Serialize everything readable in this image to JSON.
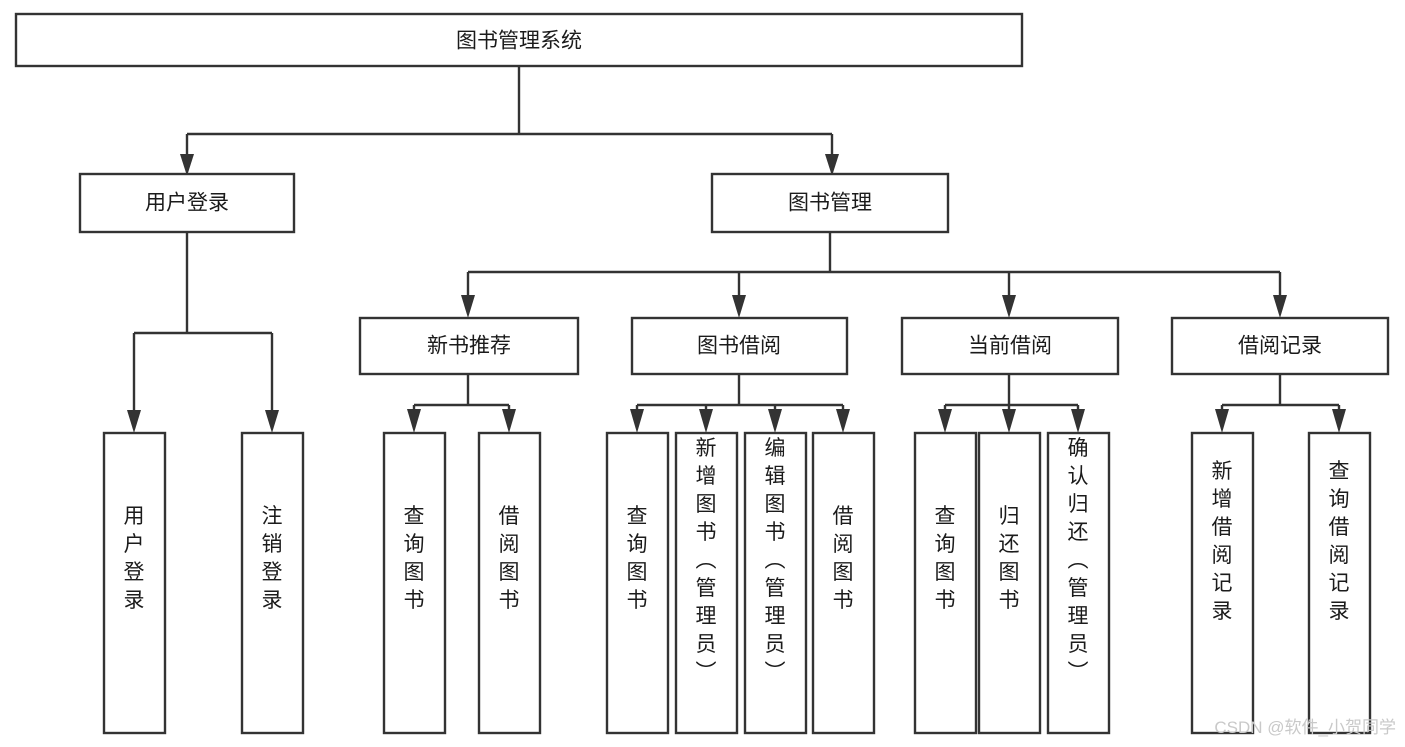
{
  "diagram": {
    "type": "hierarchy-tree",
    "title_node": {
      "id": "root",
      "label": "图书管理系统"
    },
    "levels": [
      {
        "level": 1,
        "nodes": [
          {
            "id": "login",
            "label": "用户登录",
            "parent": "root"
          },
          {
            "id": "bookmgmt",
            "label": "图书管理",
            "parent": "root"
          }
        ]
      },
      {
        "level": 2,
        "nodes": [
          {
            "id": "newbook",
            "label": "新书推荐",
            "parent": "bookmgmt"
          },
          {
            "id": "borrow",
            "label": "图书借阅",
            "parent": "bookmgmt"
          },
          {
            "id": "current",
            "label": "当前借阅",
            "parent": "bookmgmt"
          },
          {
            "id": "record",
            "label": "借阅记录",
            "parent": "bookmgmt"
          }
        ]
      },
      {
        "level": 3,
        "nodes": [
          {
            "id": "leaf1",
            "label": "用户登录",
            "parent": "login"
          },
          {
            "id": "leaf2",
            "label": "注销登录",
            "parent": "login"
          },
          {
            "id": "leaf3",
            "label": "查询图书",
            "parent": "newbook"
          },
          {
            "id": "leaf4",
            "label": "借阅图书",
            "parent": "newbook"
          },
          {
            "id": "leaf5",
            "label": "查询图书",
            "parent": "borrow"
          },
          {
            "id": "leaf6",
            "label": "新增图书（管理员）",
            "parent": "borrow"
          },
          {
            "id": "leaf7",
            "label": "编辑图书（管理员）",
            "parent": "borrow"
          },
          {
            "id": "leaf8",
            "label": "借阅图书",
            "parent": "borrow"
          },
          {
            "id": "leaf9",
            "label": "查询图书",
            "parent": "current"
          },
          {
            "id": "leaf10",
            "label": "归还图书",
            "parent": "current"
          },
          {
            "id": "leaf11",
            "label": "确认归还（管理员）",
            "parent": "current"
          },
          {
            "id": "leaf12",
            "label": "新增借阅记录",
            "parent": "record"
          },
          {
            "id": "leaf13",
            "label": "查询借阅记录",
            "parent": "record"
          }
        ]
      }
    ],
    "colors": {
      "stroke": "#333333",
      "fill": "#ffffff",
      "text": "#1b1b1b",
      "watermark": "#c9c9c9"
    }
  },
  "watermark": {
    "text": "CSDN @软件_小贺同学"
  }
}
